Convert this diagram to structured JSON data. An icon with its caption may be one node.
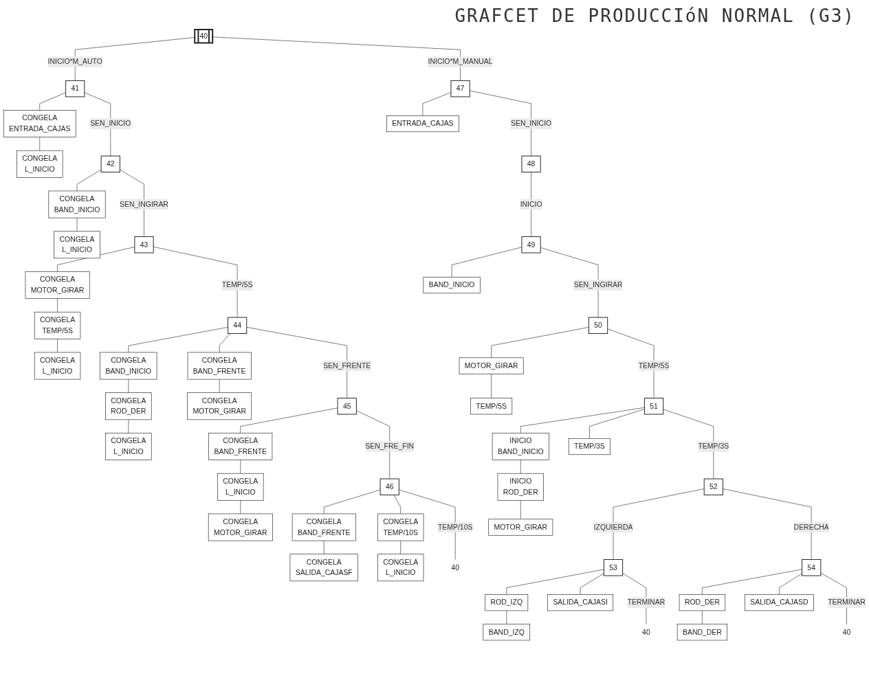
{
  "diagram": {
    "title": "GRAFCET DE PRODUCCIóN NORMAL (G3)",
    "nodes": [
      {
        "text": [
          "40"
        ]
      },
      {
        "text": [
          "41"
        ]
      },
      {
        "text": [
          "CONGELA",
          "ENTRADA_CAJAS"
        ]
      },
      {
        "text": [
          "CONGELA",
          "L_INICIO"
        ]
      },
      {
        "text": [
          "42"
        ]
      },
      {
        "text": [
          "CONGELA",
          "BAND_INICIO"
        ]
      },
      {
        "text": [
          "CONGELA",
          "L_INICIO"
        ]
      },
      {
        "text": [
          "43"
        ]
      },
      {
        "text": [
          "CONGELA",
          "MOTOR_GIRAR"
        ]
      },
      {
        "text": [
          "CONGELA",
          "TEMP/5S"
        ]
      },
      {
        "text": [
          "CONGELA",
          "L_INICIO"
        ]
      },
      {
        "text": [
          "44"
        ]
      },
      {
        "text": [
          "CONGELA",
          "BAND_INICIO"
        ]
      },
      {
        "text": [
          "CONGELA",
          "ROD_DER"
        ]
      },
      {
        "text": [
          "CONGELA",
          "L_INICIO"
        ]
      },
      {
        "text": [
          "CONGELA",
          "BAND_FRENTE"
        ]
      },
      {
        "text": [
          "CONGELA",
          "MOTOR_GIRAR"
        ]
      },
      {
        "text": [
          "45"
        ]
      },
      {
        "text": [
          "CONGELA",
          "BAND_FRENTE"
        ]
      },
      {
        "text": [
          "CONGELA",
          "L_INICIO"
        ]
      },
      {
        "text": [
          "CONGELA",
          "MOTOR_GIRAR"
        ]
      },
      {
        "text": [
          "46"
        ]
      },
      {
        "text": [
          "CONGELA",
          "BAND_FRENTE"
        ]
      },
      {
        "text": [
          "CONGELA",
          "SALIDA_CAJASF"
        ]
      },
      {
        "text": [
          "CONGELA",
          "TEMP/10S"
        ]
      },
      {
        "text": [
          "CONGELA",
          "L_INICIO"
        ]
      },
      {
        "text": [
          "40"
        ]
      },
      {
        "text": [
          "47"
        ]
      },
      {
        "text": [
          "ENTRADA_CAJAS"
        ]
      },
      {
        "text": [
          "48"
        ]
      },
      {
        "text": [
          "49"
        ]
      },
      {
        "text": [
          "BAND_INICIO"
        ]
      },
      {
        "text": [
          "50"
        ]
      },
      {
        "text": [
          "MOTOR_GIRAR"
        ]
      },
      {
        "text": [
          "TEMP/5S"
        ]
      },
      {
        "text": [
          "51"
        ]
      },
      {
        "text": [
          "INICIO",
          "BAND_INICIO"
        ]
      },
      {
        "text": [
          "INICIO",
          "ROD_DER"
        ]
      },
      {
        "text": [
          "MOTOR_GIRAR"
        ]
      },
      {
        "text": [
          "TEMP/3S"
        ]
      },
      {
        "text": [
          "52"
        ]
      },
      {
        "text": [
          "53"
        ]
      },
      {
        "text": [
          "ROD_IZQ"
        ]
      },
      {
        "text": [
          "BAND_IZQ"
        ]
      },
      {
        "text": [
          "SALIDA_CAJASI"
        ]
      },
      {
        "text": [
          "54"
        ]
      },
      {
        "text": [
          "ROD_DER"
        ]
      },
      {
        "text": [
          "BAND_DER"
        ]
      },
      {
        "text": [
          "SALIDA_CAJASD"
        ]
      },
      {
        "text": [
          "40"
        ]
      },
      {
        "text": [
          "40"
        ]
      }
    ],
    "edges": [
      {
        "from": 0,
        "to": 1,
        "arrow": "none",
        "label": "INICIO*M_AUTO"
      },
      {
        "from": 1,
        "to": 2,
        "arrow": "none"
      },
      {
        "from": 2,
        "to": 3,
        "arrow": "none"
      },
      {
        "from": 1,
        "to": 4,
        "arrow": "none",
        "label": "SEN_INICIO"
      },
      {
        "from": 4,
        "to": 5,
        "arrow": "none"
      },
      {
        "from": 5,
        "to": 6,
        "arrow": "none"
      },
      {
        "from": 4,
        "to": 7,
        "arrow": "none",
        "label": "SEN_INGIRAR"
      },
      {
        "from": 7,
        "to": 8,
        "arrow": "none"
      },
      {
        "from": 8,
        "to": 9,
        "arrow": "none"
      },
      {
        "from": 9,
        "to": 10,
        "arrow": "none"
      },
      {
        "from": 7,
        "to": 11,
        "arrow": "none",
        "label": "TEMP/5S"
      },
      {
        "from": 11,
        "to": 12,
        "arrow": "none"
      },
      {
        "from": 12,
        "to": 13,
        "arrow": "none"
      },
      {
        "from": 13,
        "to": 14,
        "arrow": "none"
      },
      {
        "from": 11,
        "to": 15,
        "arrow": "none"
      },
      {
        "from": 15,
        "to": 16,
        "arrow": "none"
      },
      {
        "from": 11,
        "to": 17,
        "arrow": "none",
        "label": "SEN_FRENTE"
      },
      {
        "from": 17,
        "to": 18,
        "arrow": "none"
      },
      {
        "from": 18,
        "to": 19,
        "arrow": "none"
      },
      {
        "from": 19,
        "to": 20,
        "arrow": "none"
      },
      {
        "from": 17,
        "to": 21,
        "arrow": "none",
        "label": "SEN_FRE_FIN"
      },
      {
        "from": 21,
        "to": 22,
        "arrow": "none"
      },
      {
        "from": 22,
        "to": 23,
        "arrow": "none"
      },
      {
        "from": 21,
        "to": 24,
        "arrow": "none"
      },
      {
        "from": 24,
        "to": 25,
        "arrow": "none"
      },
      {
        "from": 21,
        "to": 26,
        "arrow": "none",
        "label": "TEMP/10S"
      },
      {
        "from": 0,
        "to": 27,
        "arrow": "none",
        "label": "INICIO*M_MANUAL"
      },
      {
        "from": 27,
        "to": 28,
        "arrow": "none"
      },
      {
        "from": 27,
        "to": 29,
        "arrow": "none",
        "label": "SEN_INICIO"
      },
      {
        "from": 29,
        "to": 30,
        "arrow": "none",
        "label": "INICIO"
      },
      {
        "from": 30,
        "to": 31,
        "arrow": "none"
      },
      {
        "from": 30,
        "to": 32,
        "arrow": "none",
        "label": "SEN_INGIRAR"
      },
      {
        "from": 32,
        "to": 33,
        "arrow": "none"
      },
      {
        "from": 33,
        "to": 34,
        "arrow": "none"
      },
      {
        "from": 32,
        "to": 35,
        "arrow": "none",
        "label": "TEMP/5S"
      },
      {
        "from": 35,
        "to": 36,
        "arrow": "none"
      },
      {
        "from": 36,
        "to": 37,
        "arrow": "none"
      },
      {
        "from": 37,
        "to": 38,
        "arrow": "none"
      },
      {
        "from": 35,
        "to": 39,
        "arrow": "none"
      },
      {
        "from": 35,
        "to": 40,
        "arrow": "none",
        "label": "TEMP/3S"
      },
      {
        "from": 40,
        "to": 41,
        "arrow": "none",
        "label": "IZQUIERDA"
      },
      {
        "from": 41,
        "to": 42,
        "arrow": "none"
      },
      {
        "from": 42,
        "to": 43,
        "arrow": "none"
      },
      {
        "from": 41,
        "to": 44,
        "arrow": "none"
      },
      {
        "from": 40,
        "to": 45,
        "arrow": "none",
        "label": "DERECHA"
      },
      {
        "from": 45,
        "to": 46,
        "arrow": "none"
      },
      {
        "from": 46,
        "to": 47,
        "arrow": "none"
      },
      {
        "from": 45,
        "to": 48,
        "arrow": "none"
      },
      {
        "from": 41,
        "to": 49,
        "arrow": "none",
        "label": "TERMINAR"
      },
      {
        "from": 45,
        "to": 50,
        "arrow": "none",
        "label": "TERMINAR"
      }
    ]
  }
}
